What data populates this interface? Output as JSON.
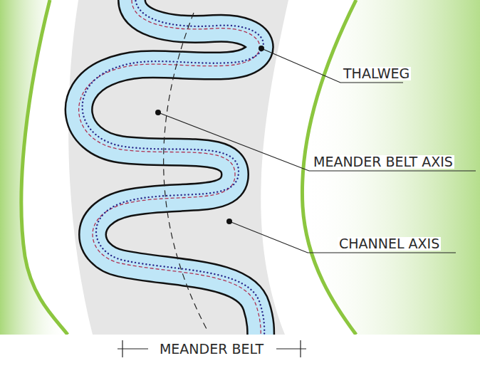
{
  "diagram": {
    "labels": [
      "THALWEG",
      "MEANDER BELT AXIS",
      "CHANNEL AXIS",
      "MEANDER BELT"
    ]
  }
}
